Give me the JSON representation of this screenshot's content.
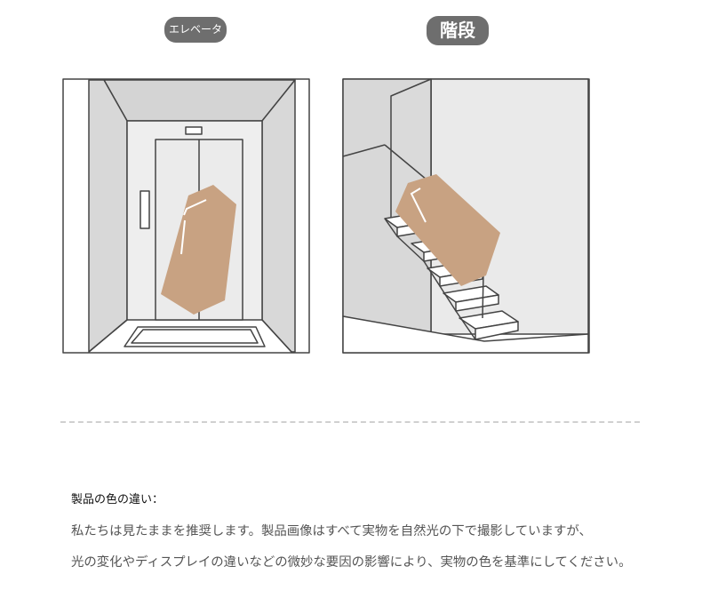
{
  "labels": {
    "elevator": "エレベータ",
    "stairs": "階段"
  },
  "note": {
    "heading": "製品の色の違い：",
    "line1": "私たちは見たままを推奨します。製品画像はすべて実物を自然光の下で撮影していますが、",
    "line2": "光の変化やディスプレイの違いなどの微妙な要因の影響により、実物の色を基準にしてください。"
  },
  "colors": {
    "product": "#c8a282",
    "wall": "#d8d8d8",
    "line": "#444444",
    "pill": "#6e6e6e"
  }
}
